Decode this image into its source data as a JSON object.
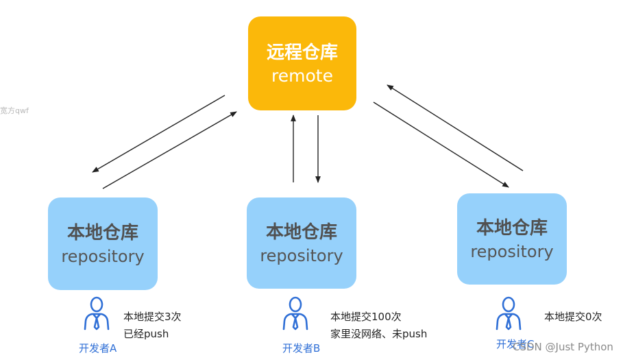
{
  "remote": {
    "title": "远程仓库",
    "subtitle": "remote",
    "color": "#fbb80a"
  },
  "repos": [
    {
      "title": "本地仓库",
      "subtitle": "repository"
    },
    {
      "title": "本地仓库",
      "subtitle": "repository"
    },
    {
      "title": "本地仓库",
      "subtitle": "repository"
    }
  ],
  "repo_color": "#96d1fb",
  "developers": [
    {
      "label": "开发者A",
      "notes": [
        "本地提交3次",
        "已经push"
      ],
      "icon": "developer-person-icon"
    },
    {
      "label": "开发者B",
      "notes": [
        "本地提交100次",
        "家里没网络、未push"
      ],
      "icon": "developer-person-icon"
    },
    {
      "label": "开发者C",
      "notes": [
        "本地提交0次"
      ],
      "icon": "developer-person-icon"
    }
  ],
  "icon_color": "#2f6fd6",
  "watermarks": {
    "left": "宽方qwf",
    "right": "CSDN @Just Python"
  }
}
